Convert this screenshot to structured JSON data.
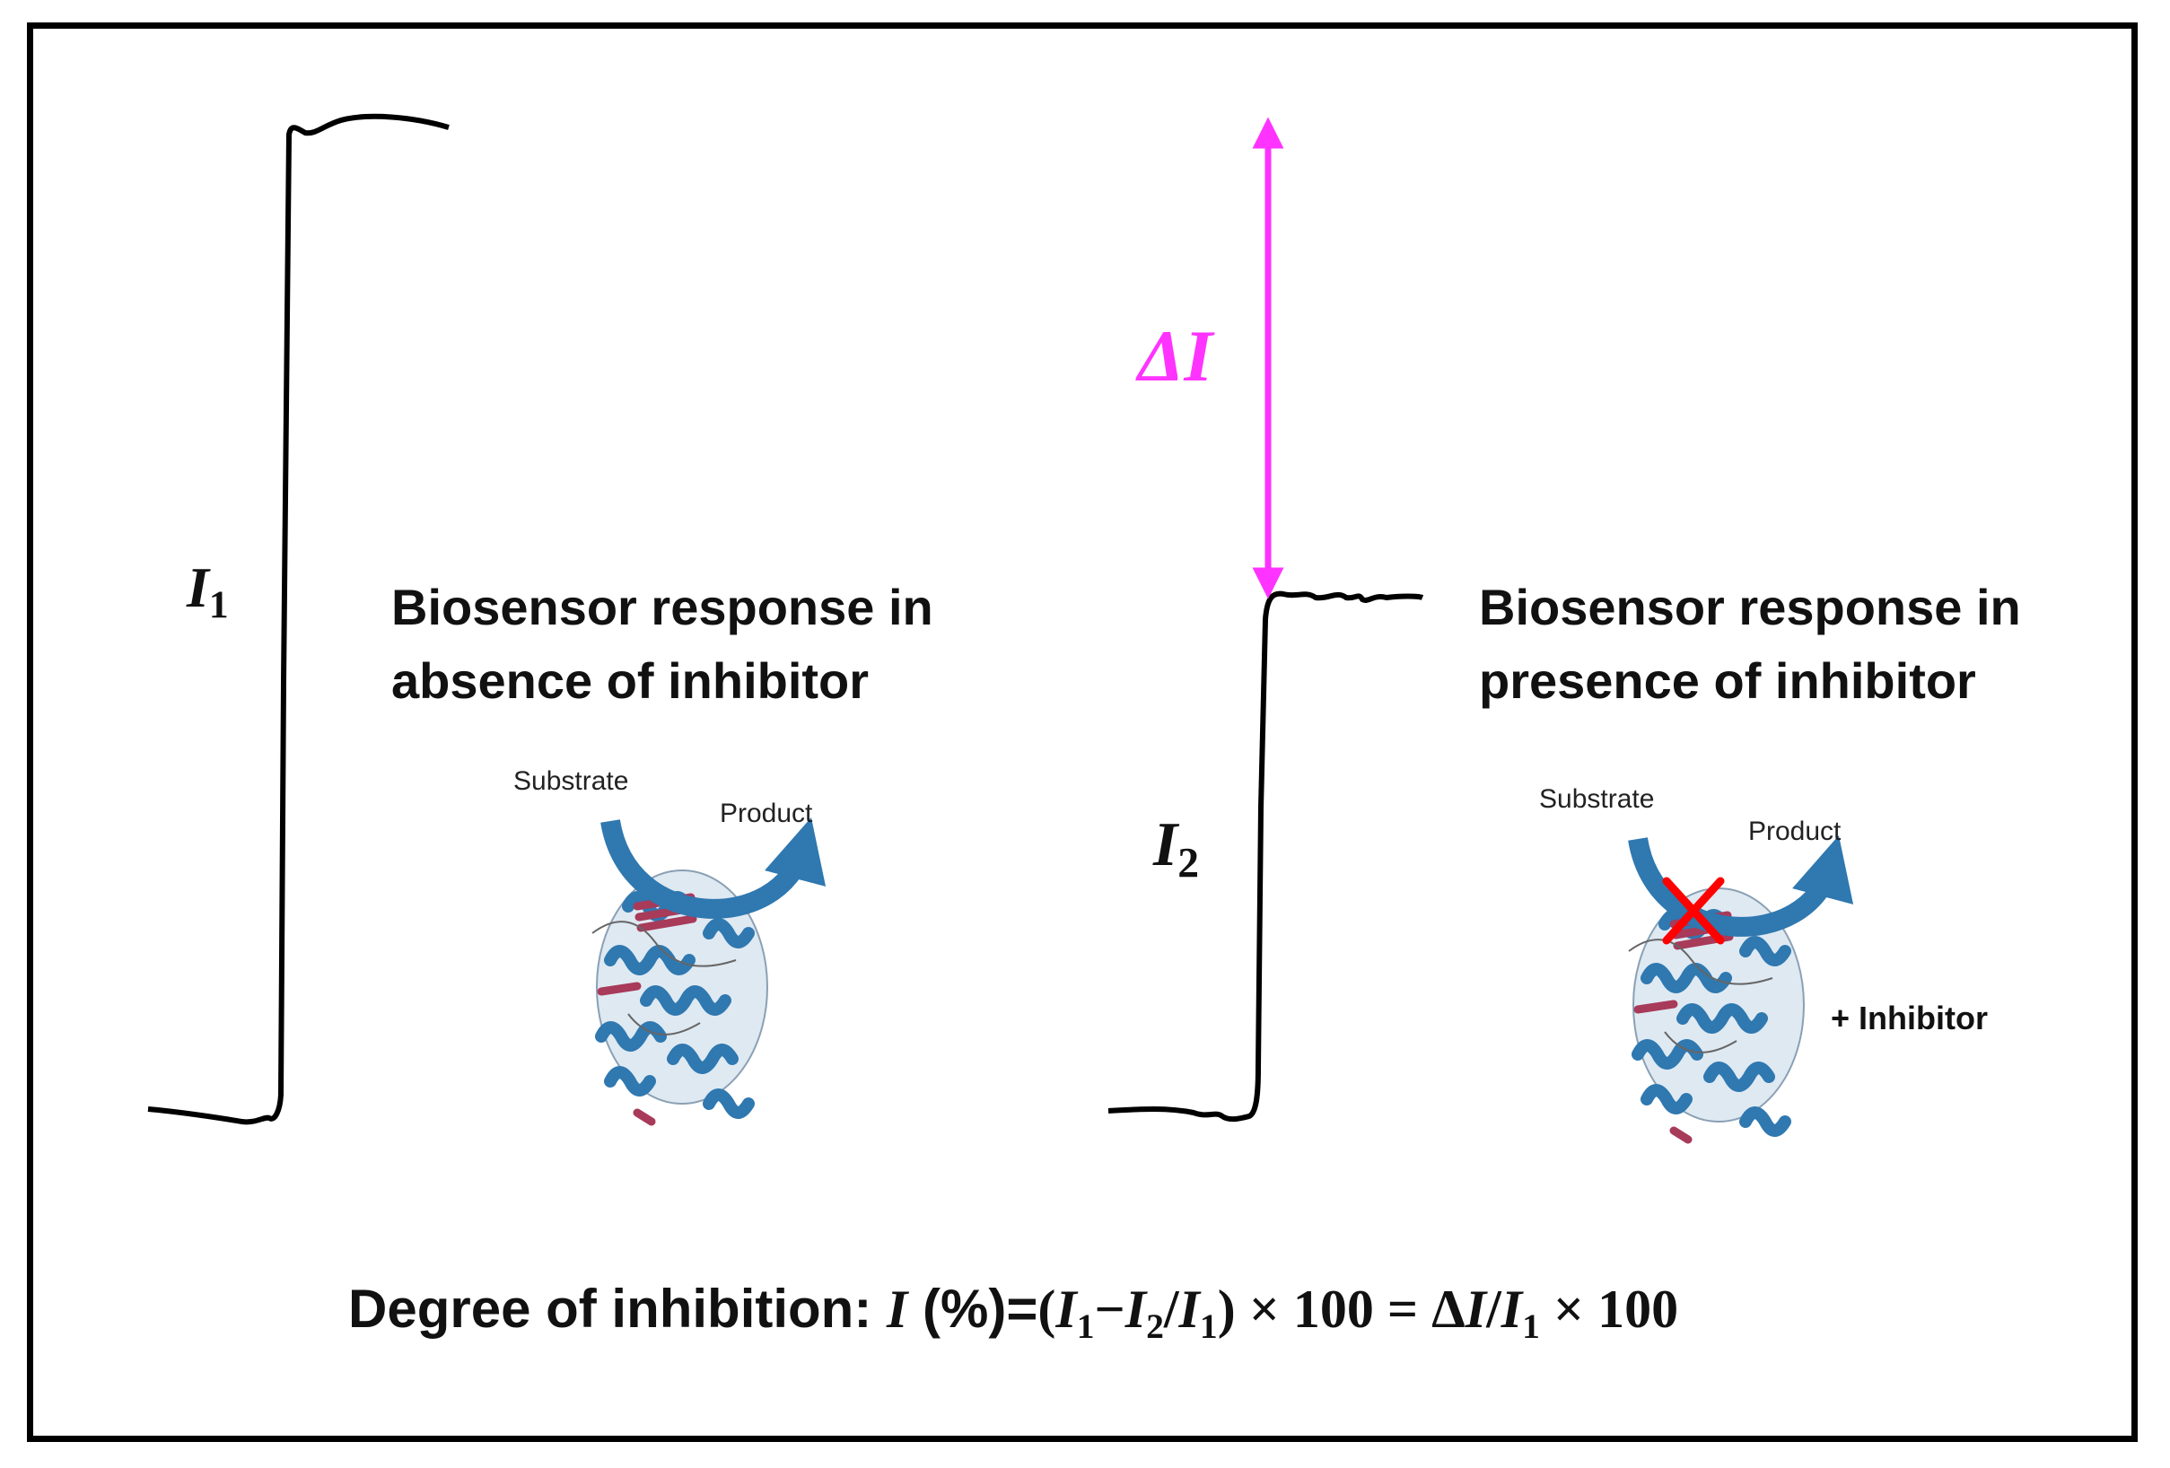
{
  "left_panel": {
    "current_label": {
      "symbol": "I",
      "subscript": "1"
    },
    "caption_line1": "Biosensor response in",
    "caption_line2": "absence of inhibitor",
    "substrate_label": "Substrate",
    "product_label": "Product"
  },
  "right_panel": {
    "current_label": {
      "symbol": "I",
      "subscript": "2"
    },
    "delta_label": "ΔI",
    "caption_line1": "Biosensor response in",
    "caption_line2": "presence of inhibitor",
    "substrate_label": "Substrate",
    "product_label": "Product",
    "inhibitor_label": "+ Inhibitor"
  },
  "formula": {
    "prefix": "Degree of inhibition: ",
    "symbol_I": "I",
    "percent": " (%)=",
    "expression": {
      "open_paren": "(",
      "t1": "I",
      "s1": "1",
      "minus": "−",
      "t2": "I",
      "s2": "2",
      "slash1": "/",
      "t3": "I",
      "s3": "1",
      "close_paren": ")",
      "times1": " × 100 = ",
      "delta": "Δ",
      "t4": "I",
      "slash2": "/",
      "t5": "I",
      "s5": "1",
      "times2": " × 100"
    }
  },
  "colors": {
    "trace": "#000000",
    "delta_arrow": "#ff33ff",
    "enzyme_blue": "#2f78b0",
    "enzyme_red": "#a83a5a",
    "cross": "#ff0000"
  }
}
